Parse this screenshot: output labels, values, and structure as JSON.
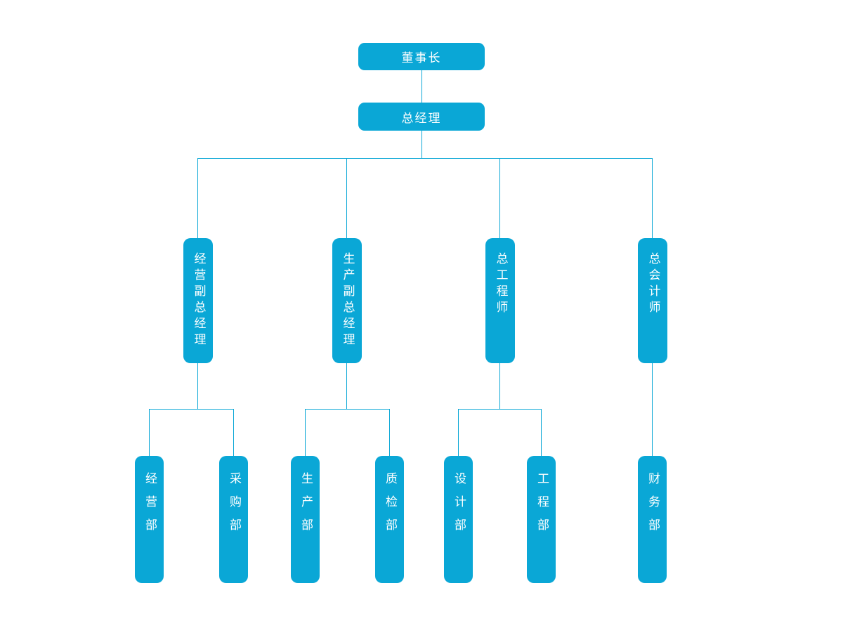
{
  "colors": {
    "accent": "#0AA7D6",
    "node_text": "#FFFFFF",
    "connector": "#0AA7D6",
    "background": "#FFFFFF"
  },
  "org_chart": {
    "chairman": "董事长",
    "general_manager": "总经理",
    "level2": [
      "经营副总经理",
      "生产副总经理",
      "总工程师",
      "总会计师"
    ],
    "level3": [
      "经营部",
      "采购部",
      "生产部",
      "质检部",
      "设计部",
      "工程部",
      "财务部"
    ],
    "hierarchy": {
      "董事长": [
        "总经理"
      ],
      "总经理": [
        "经营副总经理",
        "生产副总经理",
        "总工程师",
        "总会计师"
      ],
      "经营副总经理": [
        "经营部",
        "采购部"
      ],
      "生产副总经理": [
        "生产部",
        "质检部"
      ],
      "总工程师": [
        "设计部",
        "工程部"
      ],
      "总会计师": [
        "财务部"
      ]
    }
  }
}
